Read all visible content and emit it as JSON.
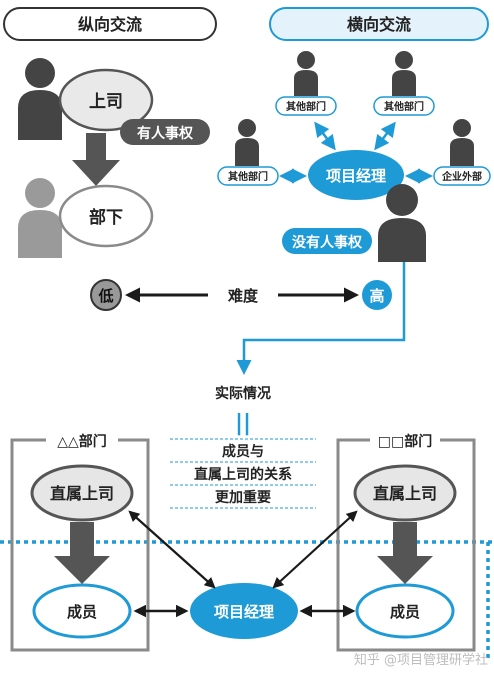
{
  "vertical": {
    "header": "纵向交流",
    "boss": "上司",
    "hr_power": "有人事权",
    "subordinate": "部下"
  },
  "horizontal": {
    "header": "横向交流",
    "other_dept_left": "其他部门",
    "other_dept_right": "其他部门",
    "other_dept_side": "其他部门",
    "external": "企业外部",
    "pm": "项目经理",
    "no_hr_power": "没有人事权"
  },
  "difficulty": {
    "low": "低",
    "label": "难度",
    "high": "高"
  },
  "reality": {
    "label": "实际情况",
    "equals": "||",
    "line1": "成员与",
    "line2": "直属上司的关系",
    "line3": "更加重要"
  },
  "bottom": {
    "dept_left": "△△部门",
    "dept_right": "□□部门",
    "boss_left": "直属上司",
    "boss_right": "直属上司",
    "member_left": "成员",
    "member_right": "成员",
    "pm": "项目经理"
  },
  "watermark": "知乎 @项目管理研学社",
  "colors": {
    "blue": "#1e9ad6",
    "light_blue_fill": "#e3f2fb",
    "dark_gray": "#444444",
    "mid_gray": "#8a8a8a",
    "light_gray": "#e6e6e6"
  }
}
